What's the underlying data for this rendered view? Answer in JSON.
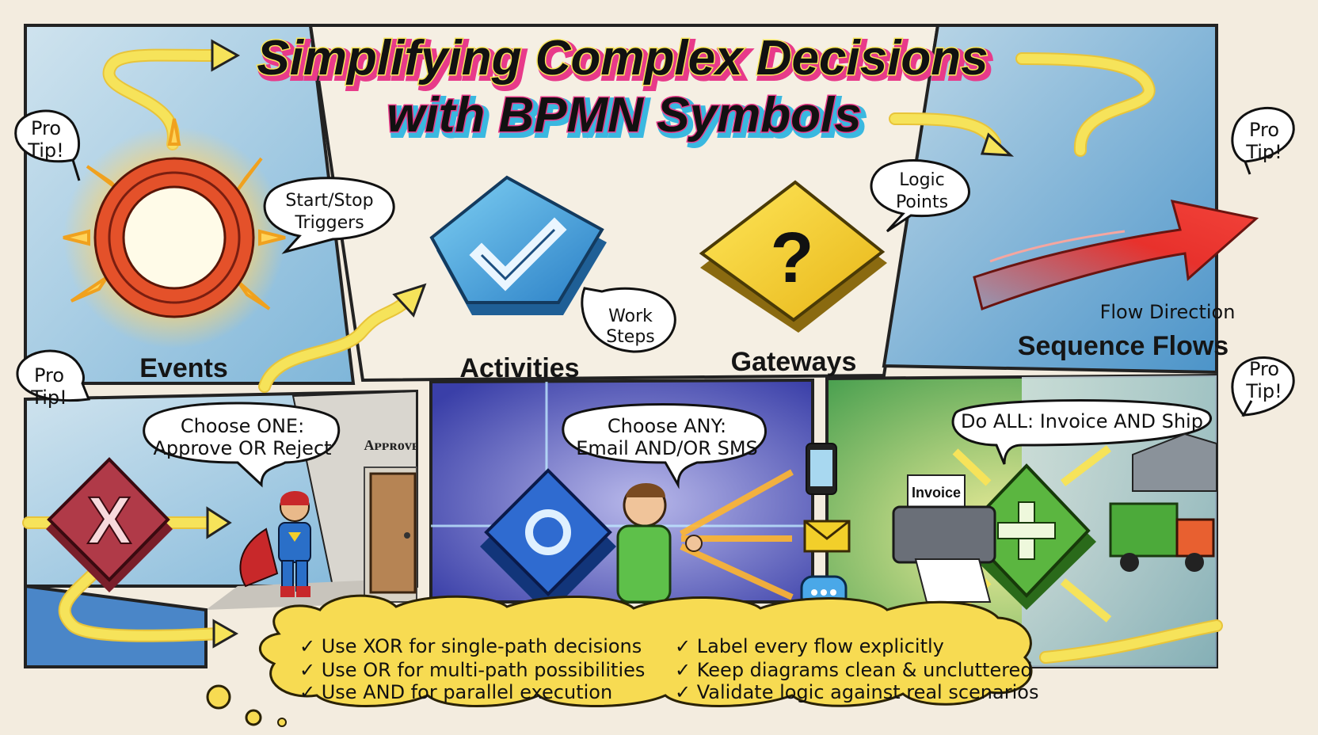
{
  "title": {
    "line1": "Simplifying Complex Decisions",
    "line2": "with BPMN Symbols"
  },
  "panels": {
    "events": {
      "label": "Events",
      "bubble_line1": "Start/Stop",
      "bubble_line2": "Triggers",
      "icon": "ring-icon"
    },
    "activities": {
      "label": "Activities",
      "bubble_line1": "Work",
      "bubble_line2": "Steps",
      "icon": "checkmark-icon"
    },
    "gateways": {
      "label": "Gateways",
      "bubble_line1": "Logic",
      "bubble_line2": "Points",
      "icon": "question-mark-icon"
    },
    "sequence_flows": {
      "label": "Sequence Flows",
      "sublabel": "Flow Direction",
      "icon": "red-arrow-icon"
    },
    "xor": {
      "bubble_line1": "Choose ONE:",
      "bubble_line2": "Approve OR Reject",
      "door_sign": "Aᴘᴘʀᴏᴠᴇ",
      "icon": "x-gateway-icon"
    },
    "or": {
      "bubble_line1": "Choose ANY:",
      "bubble_line2": "Email AND/OR SMS",
      "icon": "circle-gateway-icon"
    },
    "and": {
      "bubble": "Do ALL: Invoice AND Ship",
      "printer_label": "Invoice",
      "icon": "plus-gateway-icon"
    }
  },
  "pro_tips": [
    {
      "line1": "Pro",
      "line2": "Tip!"
    },
    {
      "line1": "Pro",
      "line2": "Tip!"
    },
    {
      "line1": "Pro",
      "line2": "Tip!"
    },
    {
      "line1": "Pro",
      "line2": "Tip!"
    }
  ],
  "checklist": {
    "left": [
      "✓ Use XOR for single-path decisions",
      "✓ Use OR for multi-path possibilities",
      "✓ Use AND for parallel execution"
    ],
    "right": [
      "✓ Label every flow explicitly",
      "✓ Keep diagrams clean & uncluttered",
      "✓ Validate logic against real scenarios"
    ]
  },
  "colors": {
    "event": "#e4512a",
    "activity": "#3f9fd8",
    "gateway_yellow": "#f2cf2a",
    "xor": "#b03a48",
    "or": "#2f6bd0",
    "and": "#5bb640",
    "flow_arrow": "#e8312c",
    "yellow_arrow": "#f6e35a"
  }
}
